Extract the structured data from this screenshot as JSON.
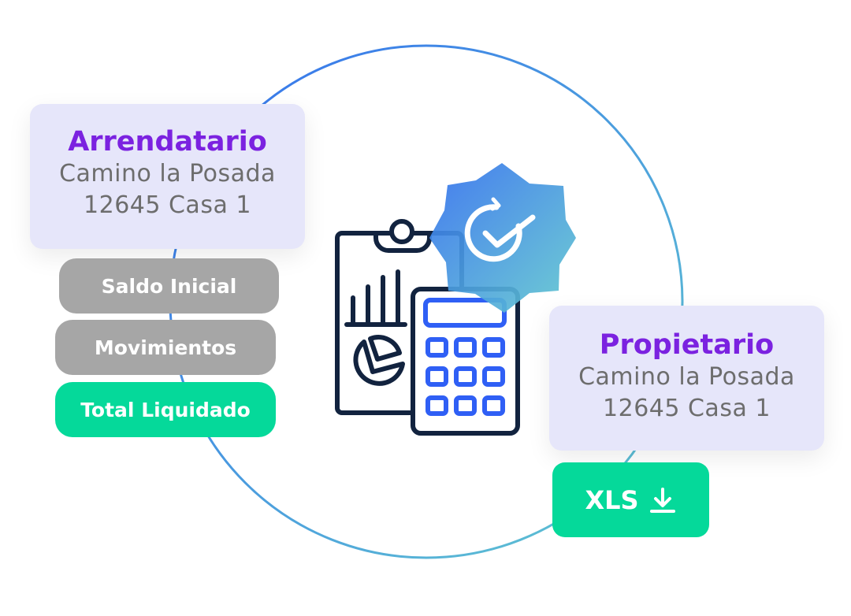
{
  "tenant_card": {
    "title": "Arrendatario",
    "address_line1": "Camino la Posada",
    "address_line2": "12645 Casa 1"
  },
  "owner_card": {
    "title": "Propietario",
    "address_line1": "Camino la Posada",
    "address_line2": "12645 Casa 1"
  },
  "steps": [
    {
      "label": "Saldo Inicial",
      "state": "inactive"
    },
    {
      "label": "Movimientos",
      "state": "inactive"
    },
    {
      "label": "Total Liquidado",
      "state": "active"
    }
  ],
  "export_button": {
    "label": "XLS",
    "icon": "download-icon"
  },
  "colors": {
    "accent_purple": "#7b22e0",
    "card_bg": "#e6e6fa",
    "green": "#05d99a",
    "gray": "#a6a6a6",
    "ring_start": "#3a7bea",
    "ring_end": "#5fc6d0",
    "navy": "#12233f",
    "blue": "#2f5ff5"
  }
}
